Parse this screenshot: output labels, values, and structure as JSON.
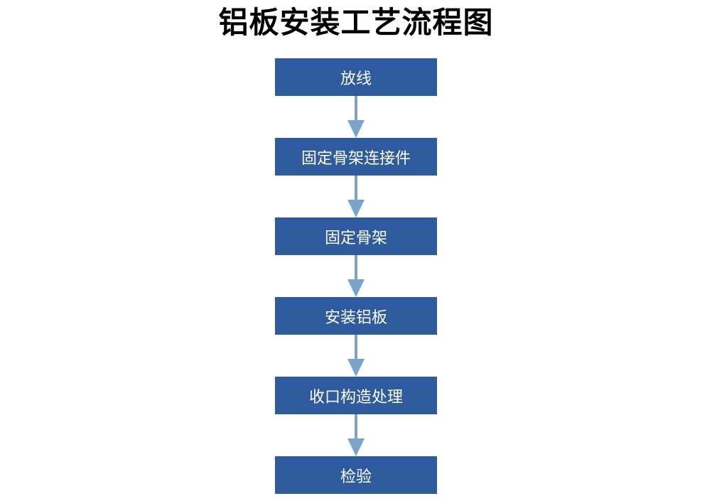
{
  "diagram": {
    "title": "铝板安装工艺流程图",
    "steps": [
      {
        "label": "放线"
      },
      {
        "label": "固定骨架连接件"
      },
      {
        "label": "固定骨架"
      },
      {
        "label": "安装铝板"
      },
      {
        "label": "收口构造处理"
      },
      {
        "label": "检验"
      }
    ],
    "colors": {
      "box_fill": "#2e5a9e",
      "box_text": "#ffffff",
      "arrow": "#7ba3cc",
      "title": "#000000"
    }
  }
}
